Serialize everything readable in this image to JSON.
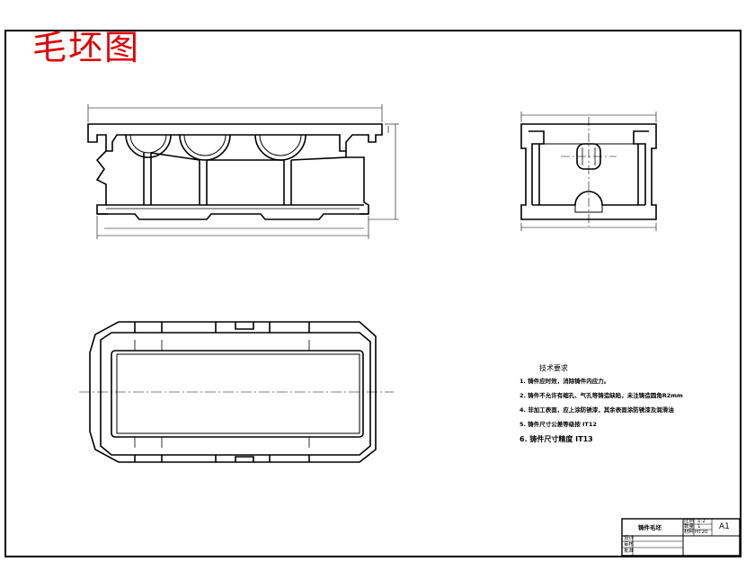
{
  "drawing": {
    "title": "毛坯图"
  },
  "tech_notes": {
    "heading": "技术要求",
    "items": [
      "1. 铸件应时效，消除铸件内应力。",
      "2. 铸件不允许有缩孔、气孔等铸造缺陷，未注铸造圆角R2mm",
      "4. 非加工表面，应上涂防锈漆，其余表面涂防锈漆及润滑油",
      "5. 铸件尺寸公差等级按 IT12",
      "6. 铸件尺寸精度 IT13"
    ]
  },
  "title_block": {
    "part_name": "铸件毛坯",
    "sheet_size": "A1",
    "scale": "1:2",
    "quantity": "1",
    "material": "HT20",
    "row_labels": [
      "设计",
      "审核",
      "批准"
    ],
    "field_labels": [
      "比例",
      "数量",
      "材料"
    ]
  },
  "colors": {
    "title": "#e00000",
    "lines": "#000000",
    "centerline": "#000000"
  }
}
